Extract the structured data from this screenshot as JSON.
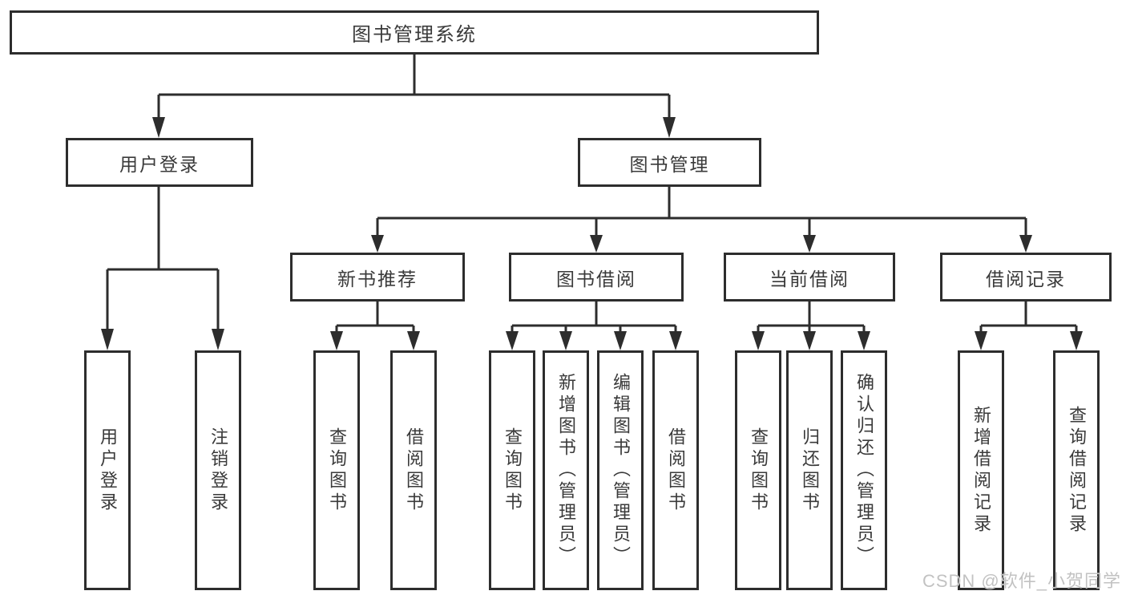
{
  "tree": {
    "root": {
      "label": "图书管理系统"
    },
    "branches": [
      {
        "label": "用户登录",
        "children": [
          {
            "label": "用户登录"
          },
          {
            "label": "注销登录"
          }
        ]
      },
      {
        "label": "图书管理",
        "children": [
          {
            "label": "新书推荐",
            "children": [
              {
                "label": "查询图书"
              },
              {
                "label": "借阅图书"
              }
            ]
          },
          {
            "label": "图书借阅",
            "children": [
              {
                "label": "查询图书"
              },
              {
                "label": "新增图书（管理员）"
              },
              {
                "label": "编辑图书（管理员）"
              },
              {
                "label": "借阅图书"
              }
            ]
          },
          {
            "label": "当前借阅",
            "children": [
              {
                "label": "查询图书"
              },
              {
                "label": "归还图书"
              },
              {
                "label": "确认归还（管理员）"
              }
            ]
          },
          {
            "label": "借阅记录",
            "children": [
              {
                "label": "新增借阅记录"
              },
              {
                "label": "查询借阅记录"
              }
            ]
          }
        ]
      }
    ]
  },
  "watermark": {
    "text": "CSDN @软件_小贺同学"
  },
  "colors": {
    "line": "#2d2d2d",
    "text": "#3a3a3a",
    "background": "#ffffff",
    "watermark": "#c2c2c2"
  }
}
